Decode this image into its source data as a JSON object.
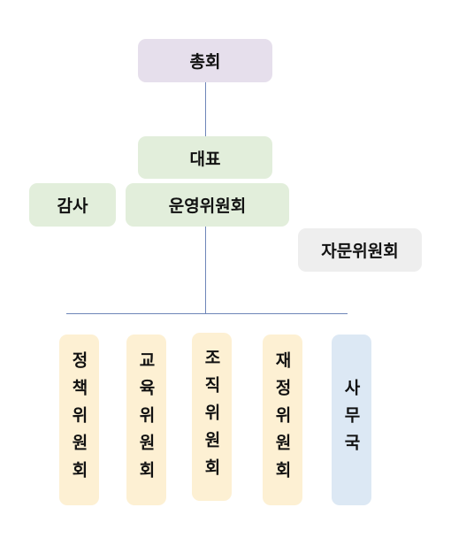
{
  "chart": {
    "nodes": {
      "general_assembly": "총회",
      "representative": "대표",
      "auditor": "감사",
      "steering_committee": "운영위원회",
      "advisory_committee": "자문위원회",
      "policy_committee": "정책위원회",
      "education_committee": "교육위원회",
      "organization_committee": "조직위원회",
      "finance_committee": "재정위원회",
      "secretariat": "사무국"
    },
    "colors": {
      "purple": "#e6dfec",
      "green": "#e2eedb",
      "gray": "#eeeeee",
      "yellow": "#fdf0d3",
      "blue": "#dce8f4",
      "connector": "#6e86b8"
    }
  }
}
